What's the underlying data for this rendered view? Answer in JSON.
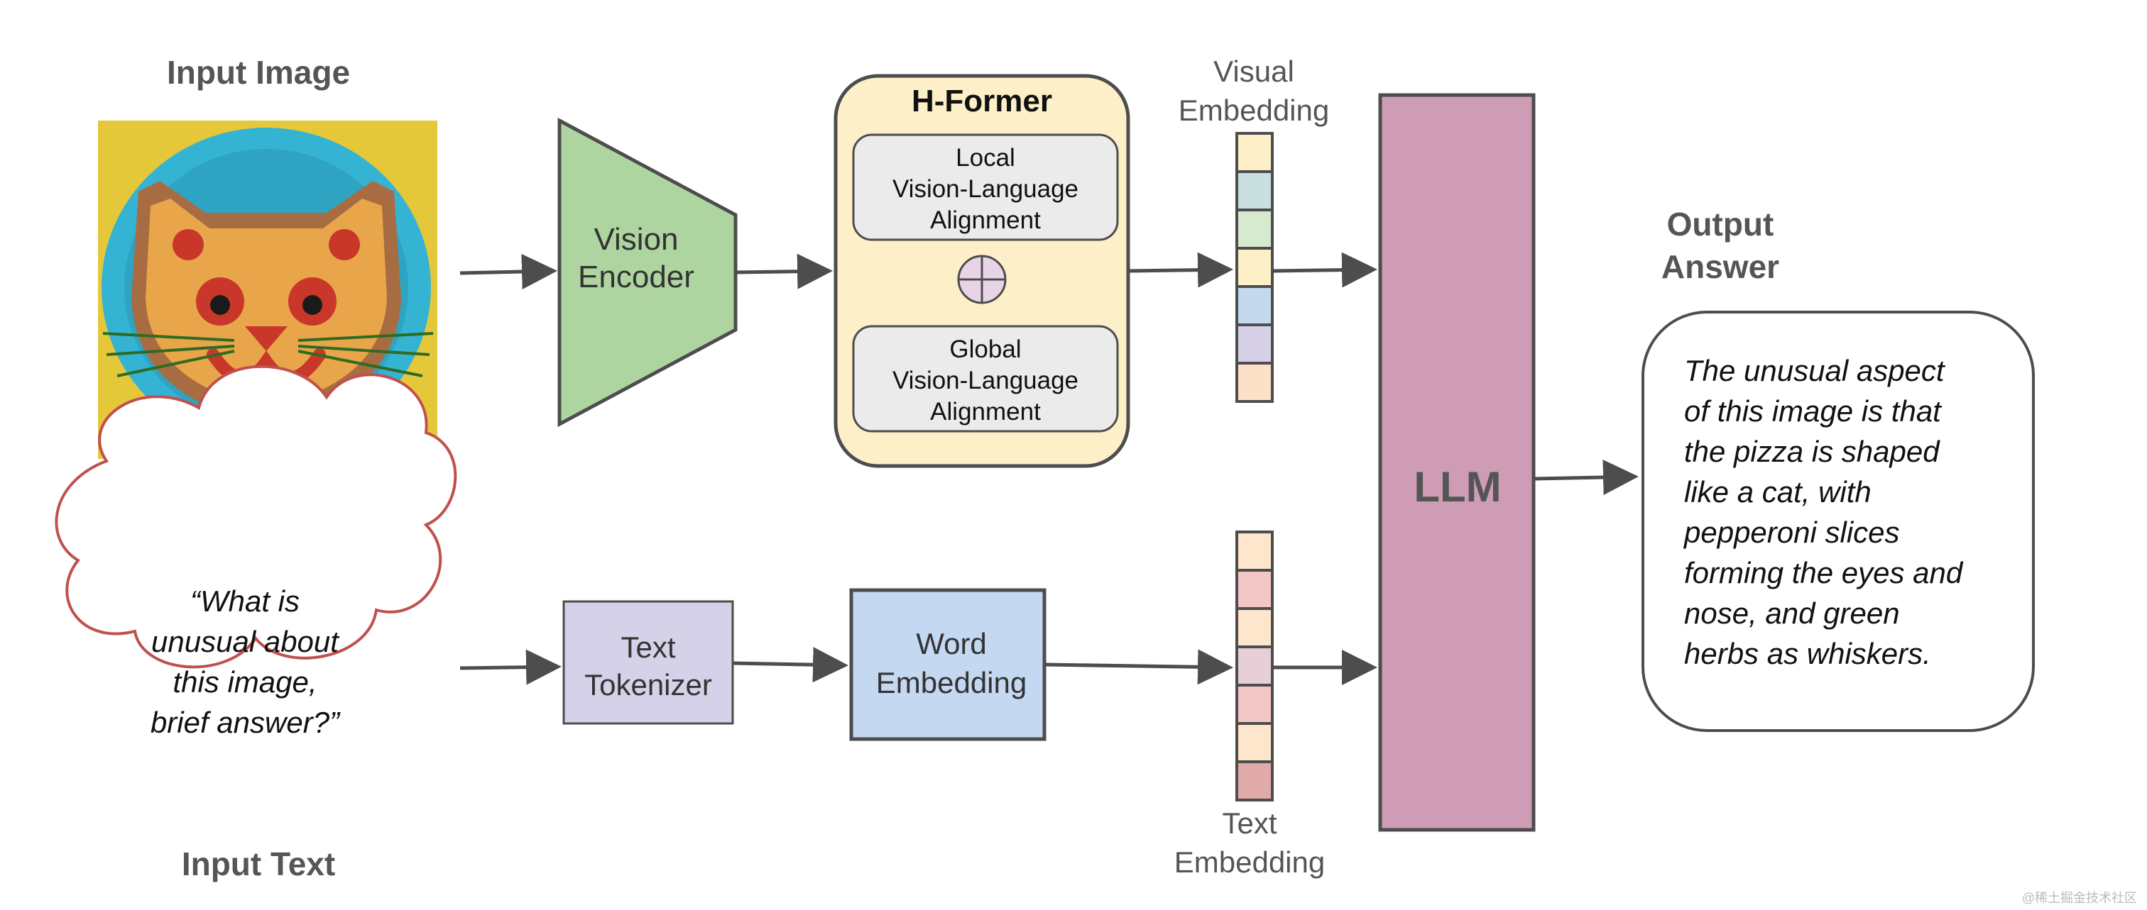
{
  "input_image": {
    "title": "Input Image"
  },
  "vision_encoder": {
    "line1": "Vision",
    "line2": "Encoder"
  },
  "hformer": {
    "title": "H-Former",
    "local": {
      "line1": "Local",
      "line2": "Vision-Language",
      "line3": "Alignment"
    },
    "global": {
      "line1": "Global",
      "line2": "Vision-Language",
      "line3": "Alignment"
    }
  },
  "visual_embedding": {
    "line1": "Visual",
    "line2": "Embedding",
    "cell_colors": [
      "#fdefc8",
      "#c9dfe0",
      "#d6ead0",
      "#fdefc8",
      "#c4d8ee",
      "#d7d1e8",
      "#fce1c8"
    ]
  },
  "llm": {
    "label": "LLM"
  },
  "output": {
    "title_line1": "Output",
    "title_line2": "Answer",
    "answer_lines": [
      "The unusual aspect",
      "of this image is that",
      "the pizza is shaped",
      "like a cat, with",
      "pepperoni slices",
      "forming the eyes and",
      "nose, and green",
      "herbs as whiskers."
    ]
  },
  "input_text": {
    "title": "Input Text",
    "lines": [
      "“What is",
      "unusual about",
      "this image,",
      "brief answer?”"
    ]
  },
  "text_tokenizer": {
    "line1": "Text",
    "line2": "Tokenizer"
  },
  "word_embedding": {
    "line1": "Word",
    "line2": "Embedding"
  },
  "text_embedding": {
    "line1": "Text",
    "line2": "Embedding",
    "cell_colors": [
      "#fde6cc",
      "#f4c7c7",
      "#fde6cc",
      "#e7cfd8",
      "#f4c7c7",
      "#fde6cc",
      "#e0aaa8"
    ]
  },
  "colors": {
    "stroke": "#4d4d4d",
    "text_dark": "#555555",
    "vision_encoder_fill": "#aed5a0",
    "hformer_fill": "#fdefc8",
    "hformer_inner_fill": "#ebebeb",
    "oplus_fill": "#e8d4e6",
    "llm_fill": "#cf9cb5",
    "tokenizer_fill": "#d5d1e8",
    "word_embedding_fill": "#c4d8f2",
    "cloud_stroke": "#c0504d",
    "plate_blue": "#35b3d2",
    "background_yellow": "#e5c83a",
    "pizza_crust": "#a86c42",
    "pepperoni": "#c9372a"
  },
  "watermark": "@稀土掘金技术社区"
}
